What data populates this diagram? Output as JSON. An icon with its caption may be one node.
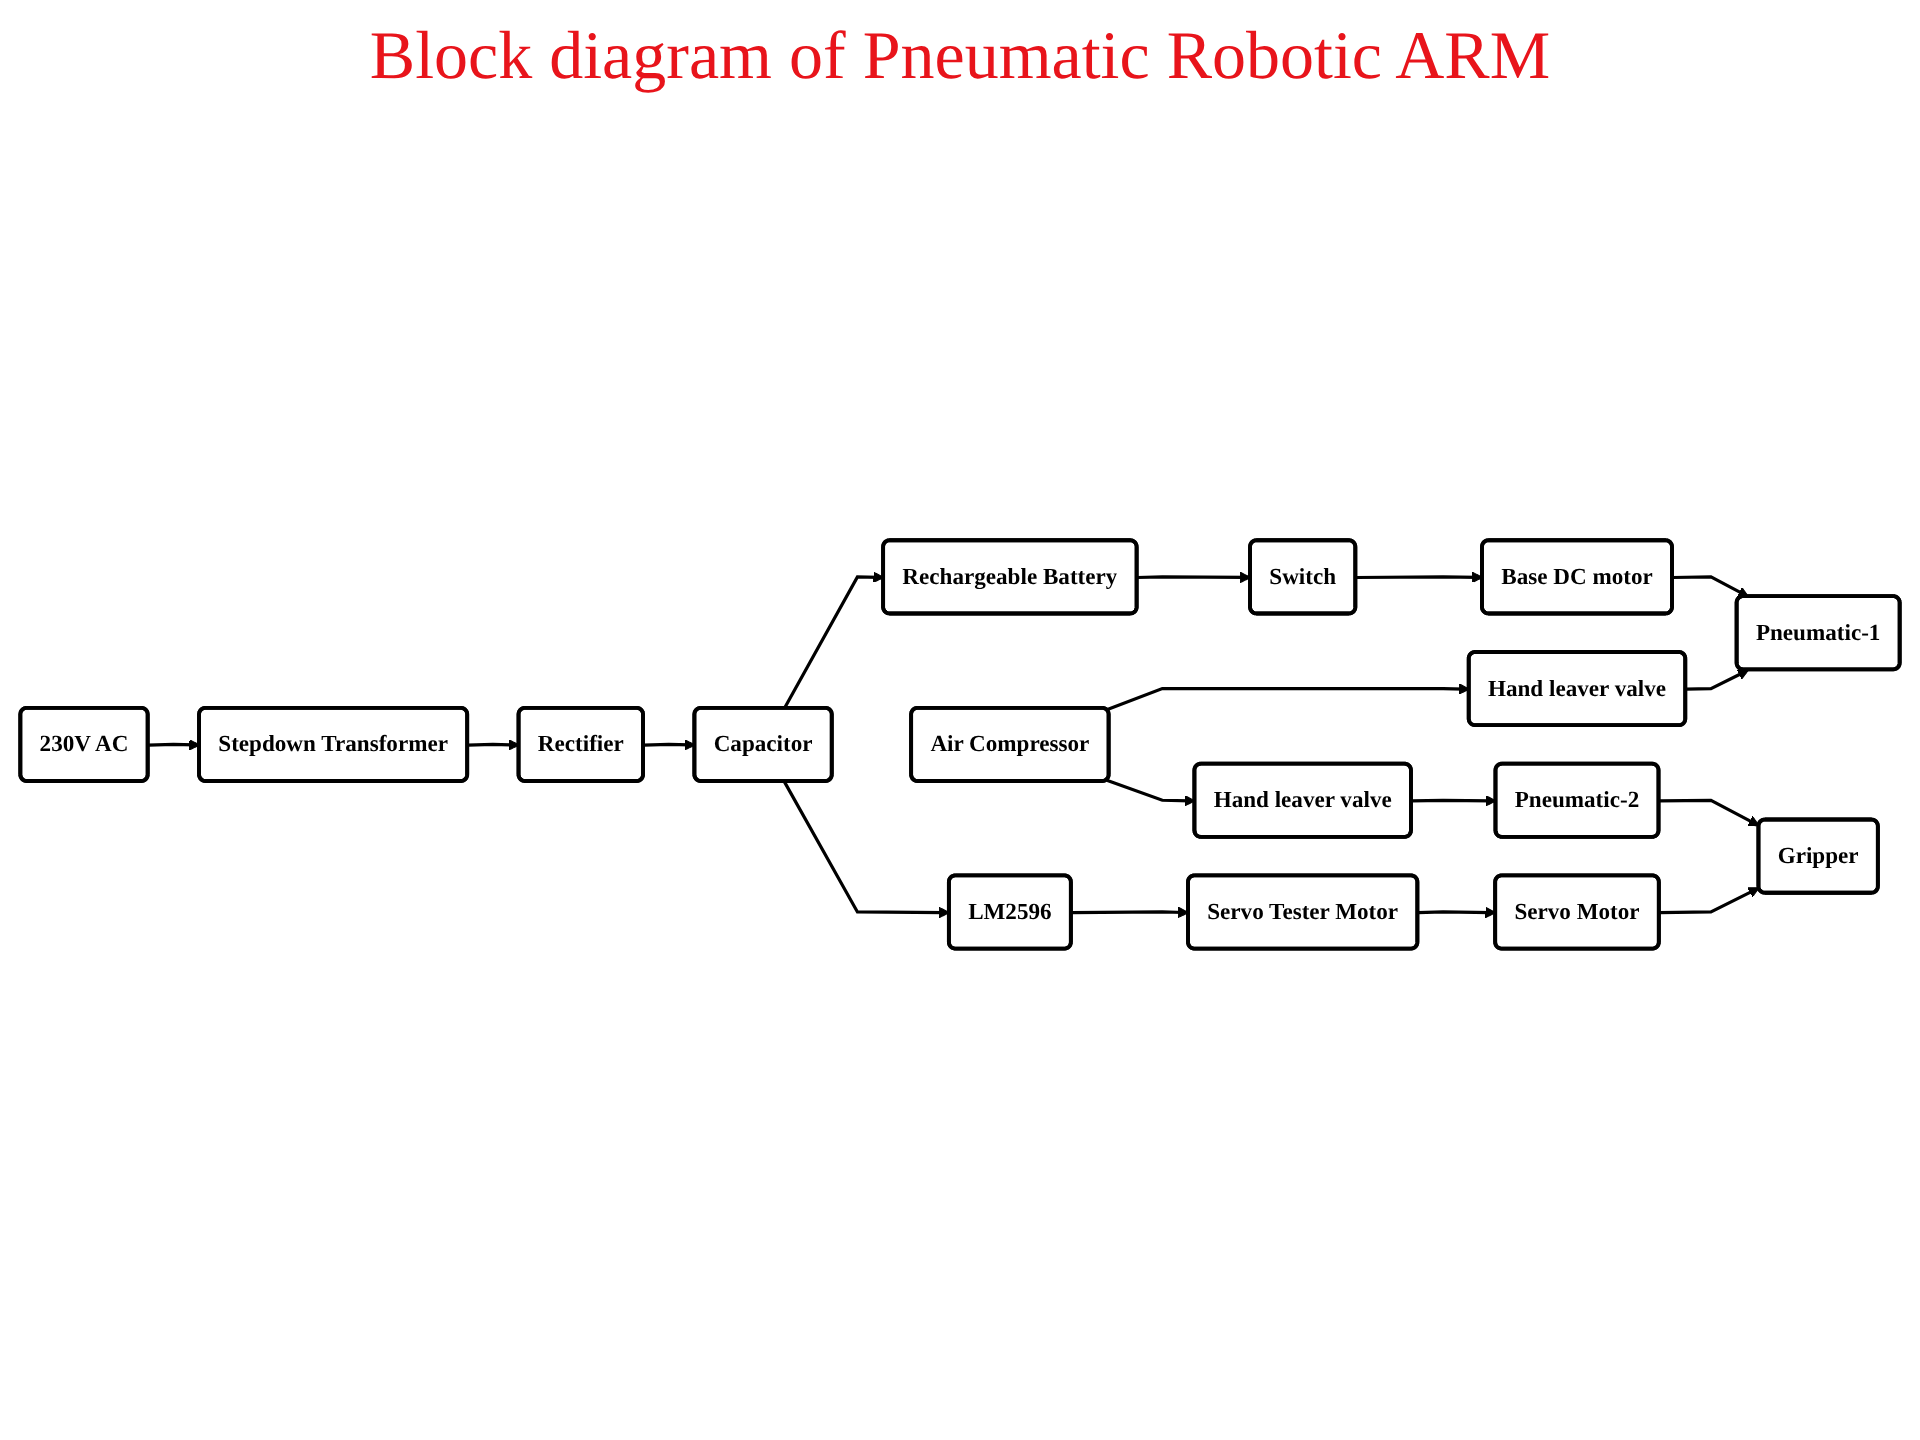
{
  "diagram": {
    "title": "Block diagram of Pneumatic Robotic ARM",
    "nodes": [
      {
        "text": [
          "Switch"
        ]
      },
      {
        "text": [
          "Base DC motor"
        ]
      },
      {
        "text": [
          "Rechargeable Battery"
        ]
      },
      {
        "text": [
          "Capacitor"
        ]
      },
      {
        "text": [
          "Rectifier"
        ]
      },
      {
        "text": [
          "Stepdown Transformer"
        ]
      },
      {
        "text": [
          "230V AC"
        ]
      },
      {
        "text": [
          "Air Compressor"
        ]
      },
      {
        "text": [
          "Hand leaver valve"
        ]
      },
      {
        "text": [
          "Pneumatic-2"
        ]
      },
      {
        "text": [
          "Hand leaver valve"
        ]
      },
      {
        "text": [
          "Pneumatic-1"
        ]
      },
      {
        "text": [
          "LM2596"
        ]
      },
      {
        "text": [
          "Servo Tester Motor"
        ]
      },
      {
        "text": [
          "Servo Motor"
        ]
      },
      {
        "text": [
          "Gripper"
        ]
      }
    ],
    "edges": [
      {
        "from": 6,
        "to": 5,
        "arrow": "to"
      },
      {
        "from": 5,
        "to": 4,
        "arrow": "to"
      },
      {
        "from": 4,
        "to": 3,
        "arrow": "to"
      },
      {
        "from": 3,
        "to": 2,
        "arrow": "to"
      },
      {
        "from": 2,
        "to": 0,
        "arrow": "to"
      },
      {
        "from": 0,
        "to": 1,
        "arrow": "to"
      },
      {
        "from": 7,
        "to": 8,
        "arrow": "to"
      },
      {
        "from": 8,
        "to": 9,
        "arrow": "to"
      },
      {
        "from": 7,
        "to": 10,
        "arrow": "to"
      },
      {
        "from": 10,
        "to": 11,
        "arrow": "to"
      },
      {
        "from": 1,
        "to": 11,
        "arrow": "to"
      },
      {
        "from": 3,
        "to": 12,
        "arrow": "to"
      },
      {
        "from": 12,
        "to": 13,
        "arrow": "to"
      },
      {
        "from": 13,
        "to": 14,
        "arrow": "to"
      },
      {
        "from": 14,
        "to": 15,
        "arrow": "to"
      },
      {
        "from": 9,
        "to": 15,
        "arrow": "to"
      }
    ]
  }
}
